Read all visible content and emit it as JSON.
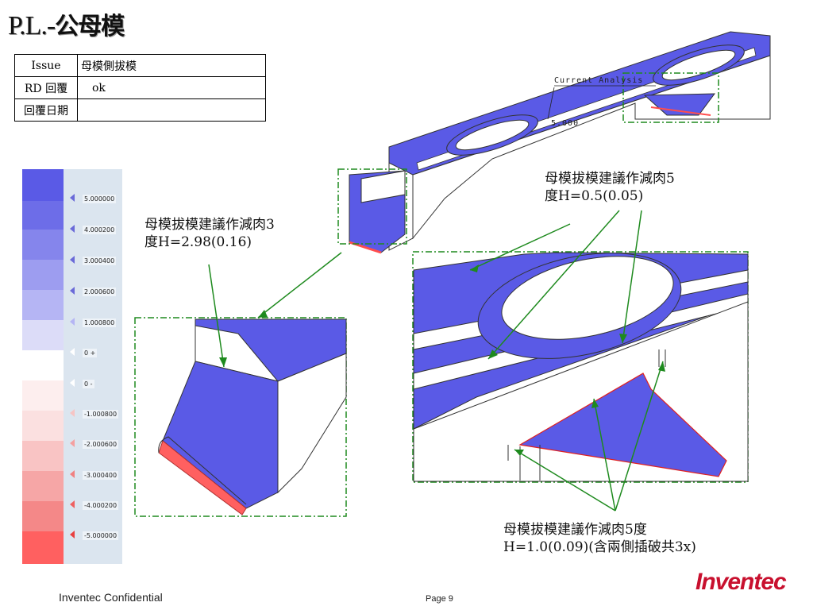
{
  "slide": {
    "title_latin": "P.L.-",
    "title_cjk": "公母模",
    "page": "Page 9",
    "confidential": "Inventec Confidential",
    "logo": "Inventec"
  },
  "issue_table": {
    "rows": [
      {
        "label": "Issue",
        "value": "母模側拔模"
      },
      {
        "label": "RD 回覆",
        "value": "ok"
      },
      {
        "label": "回覆日期",
        "value": ""
      }
    ]
  },
  "analysis": {
    "header": "Current Analysis",
    "value": "5.000"
  },
  "legend": {
    "labels": [
      "5.000000",
      "4.000200",
      "3.000400",
      "2.000600",
      "1.000800",
      "0 +",
      "0 -",
      "-1.000800",
      "-2.000600",
      "-3.000400",
      "-4.000200",
      "-5.000000"
    ],
    "colors": [
      "#5a5ae6",
      "#6d6de8",
      "#8585ec",
      "#9d9df0",
      "#b5b5f4",
      "#dcdcf8",
      "#ffffff",
      "#ffffff",
      "#fbe0e0",
      "#f9c4c4",
      "#f6a6a6",
      "#f48888",
      "#f26a6a",
      "#ff5a5a"
    ]
  },
  "annotations": {
    "a1_line1": "母模拔模建議作減肉3",
    "a1_line2": "度H=2.98(0.16)",
    "a2_line1": "母模拔模建議作減肉5",
    "a2_line2": "度H=0.5(0.05)",
    "a3_line1": "母模拔模建議作減肉5度",
    "a3_line2": "H=1.0(0.09)(含兩側插破共3x)"
  },
  "colors": {
    "model_blue": "#5a5ae6",
    "neg_red": "#ff4d4d",
    "leader_green": "#1e8a1e",
    "logo_red": "#c8102e"
  }
}
